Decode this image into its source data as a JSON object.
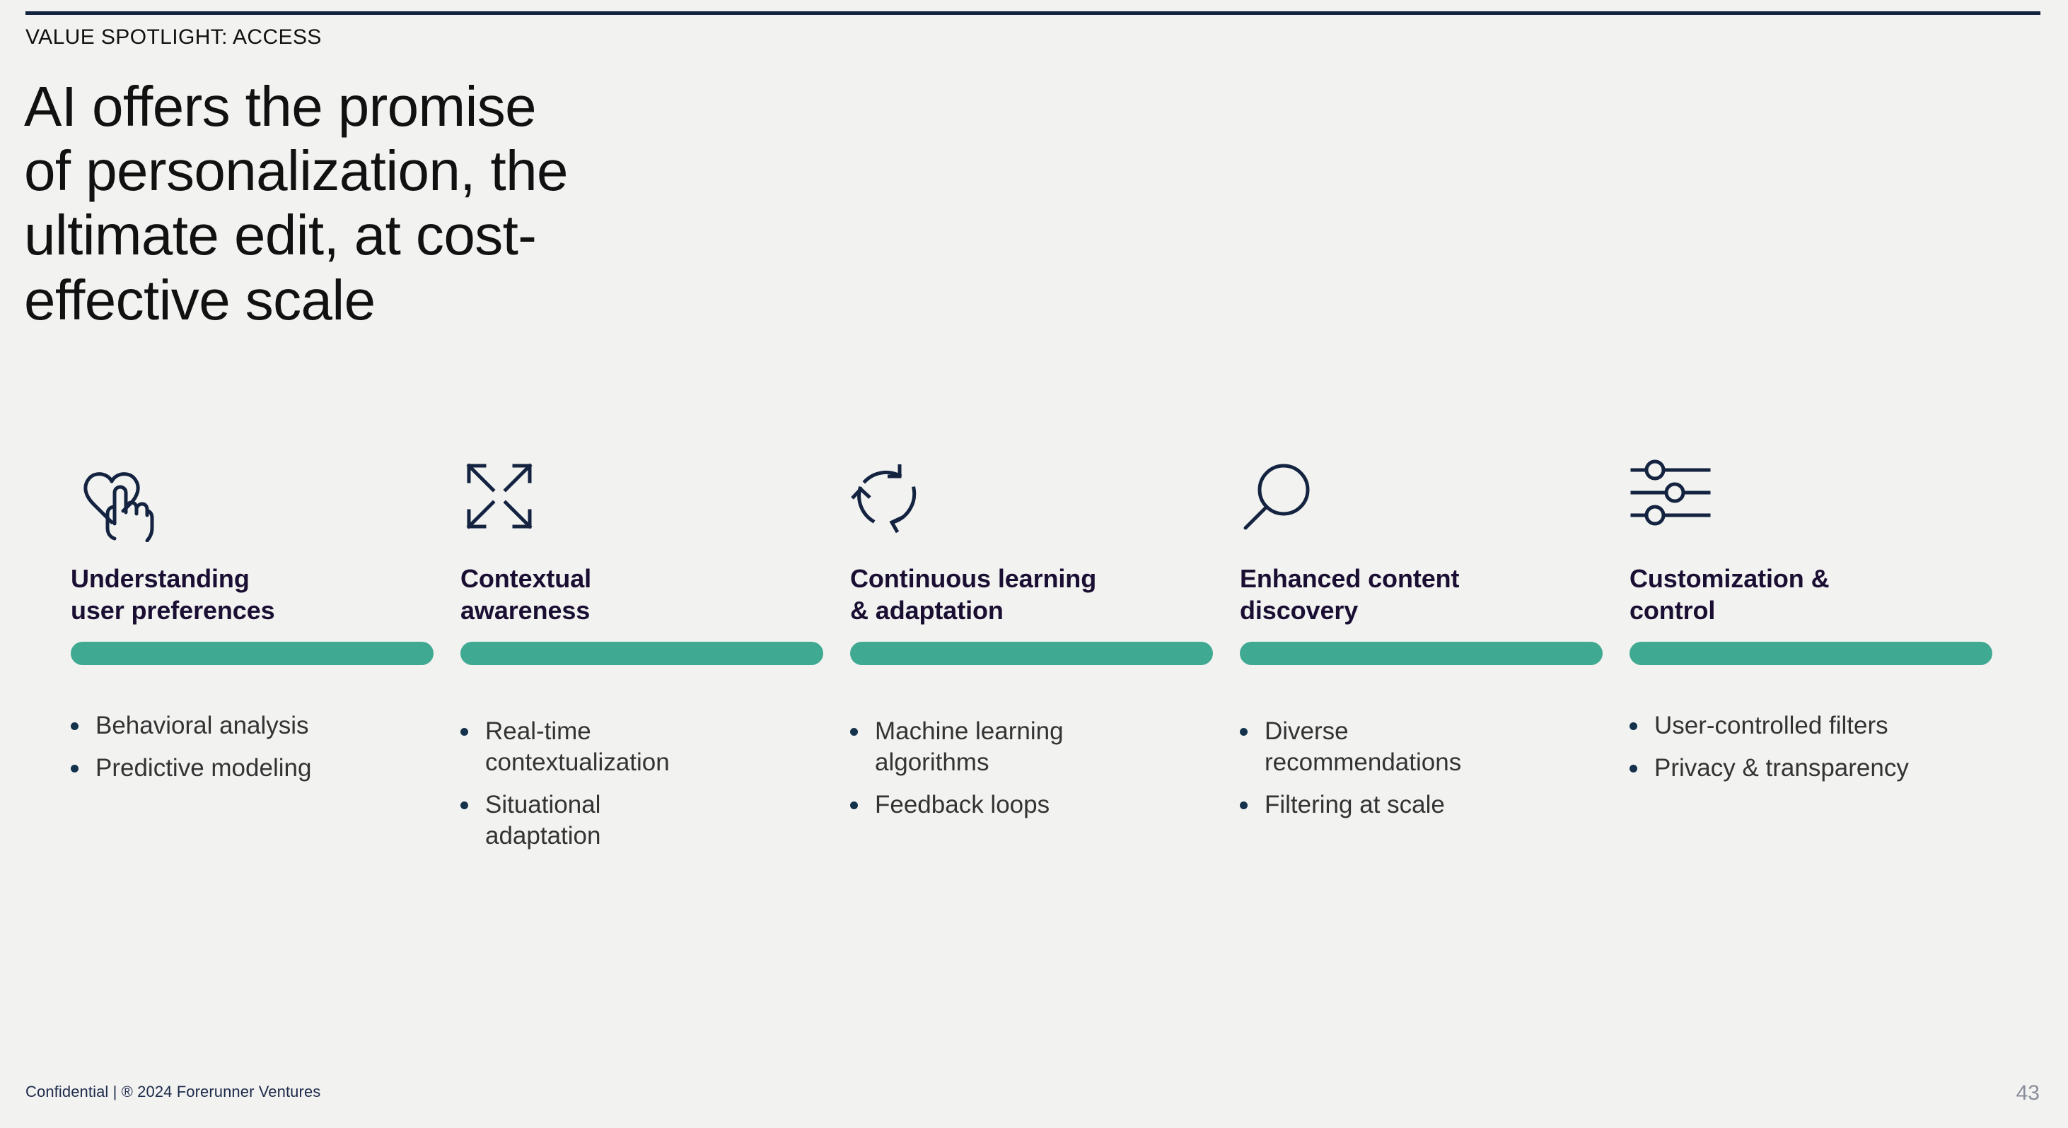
{
  "slide": {
    "eyebrow": "VALUE SPOTLIGHT: ACCESS",
    "headline_lines": [
      "AI offers the promise",
      "of personalization, the",
      "ultimate edit, at cost-",
      "effective scale"
    ],
    "accent_color": "#3fa992",
    "ink_color": "#132340",
    "background_color": "#f2f2f1"
  },
  "columns": [
    {
      "icon": "heart-hand-icon",
      "title_lines": [
        "Understanding",
        "user preferences"
      ],
      "bullets": [
        [
          "Behavioral analysis"
        ],
        [
          "Predictive modeling"
        ]
      ]
    },
    {
      "icon": "expand-arrows-icon",
      "title_lines": [
        "Contextual",
        "awareness"
      ],
      "bullets": [
        [
          "Real-time",
          "contextualization"
        ],
        [
          "Situational",
          "adaptation"
        ]
      ]
    },
    {
      "icon": "refresh-cycle-icon",
      "title_lines": [
        "Continuous learning",
        "& adaptation"
      ],
      "bullets": [
        [
          "Machine learning",
          "algorithms"
        ],
        [
          "Feedback loops"
        ]
      ]
    },
    {
      "icon": "magnifying-glass-icon",
      "title_lines": [
        "Enhanced content",
        "discovery"
      ],
      "bullets": [
        [
          "Diverse",
          "recommendations"
        ],
        [
          "Filtering at scale"
        ]
      ]
    },
    {
      "icon": "sliders-icon",
      "title_lines": [
        "Customization &",
        "control"
      ],
      "bullets": [
        [
          "User-controlled filters"
        ],
        [
          "Privacy & transparency"
        ]
      ]
    }
  ],
  "footer": {
    "confidential": "Confidential | ® 2024 Forerunner Ventures",
    "page_number": "43"
  }
}
